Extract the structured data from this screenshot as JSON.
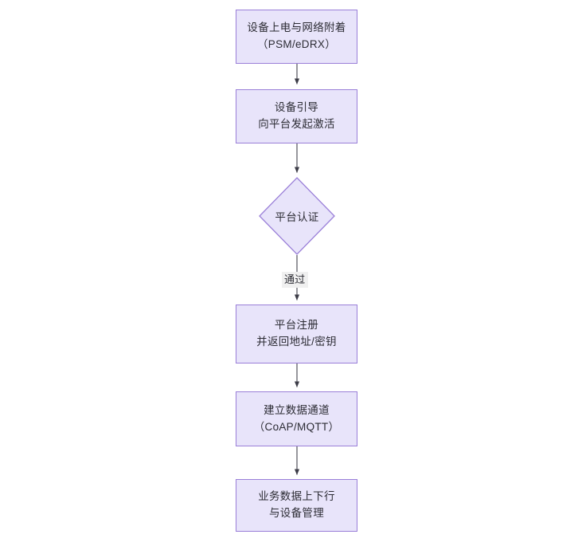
{
  "diagram": {
    "type": "flowchart",
    "orientation": "top-to-bottom",
    "colors": {
      "node_fill": "#e8e4fa",
      "node_border": "#9a7fd8",
      "text": "#2c2c34",
      "edge": "#4a4a55",
      "edge_label_bg": "#f0f0f0",
      "canvas_bg": "#ffffff"
    },
    "nodes": [
      {
        "id": "n1",
        "shape": "rectangle",
        "lines": [
          "设备上电与网络附着",
          "（PSM/eDRX）"
        ]
      },
      {
        "id": "n2",
        "shape": "rectangle",
        "lines": [
          "设备引导",
          "向平台发起激活"
        ]
      },
      {
        "id": "n3",
        "shape": "diamond",
        "lines": [
          "平台认证"
        ]
      },
      {
        "id": "n4",
        "shape": "rectangle",
        "lines": [
          "平台注册",
          "并返回地址/密钥"
        ]
      },
      {
        "id": "n5",
        "shape": "rectangle",
        "lines": [
          "建立数据通道",
          "（CoAP/MQTT）"
        ]
      },
      {
        "id": "n6",
        "shape": "rectangle",
        "lines": [
          "业务数据上下行",
          "与设备管理"
        ]
      }
    ],
    "edges": [
      {
        "from": "n1",
        "to": "n2",
        "label": ""
      },
      {
        "from": "n2",
        "to": "n3",
        "label": ""
      },
      {
        "from": "n3",
        "to": "n4",
        "label": "通过"
      },
      {
        "from": "n4",
        "to": "n5",
        "label": ""
      },
      {
        "from": "n5",
        "to": "n6",
        "label": ""
      }
    ]
  }
}
